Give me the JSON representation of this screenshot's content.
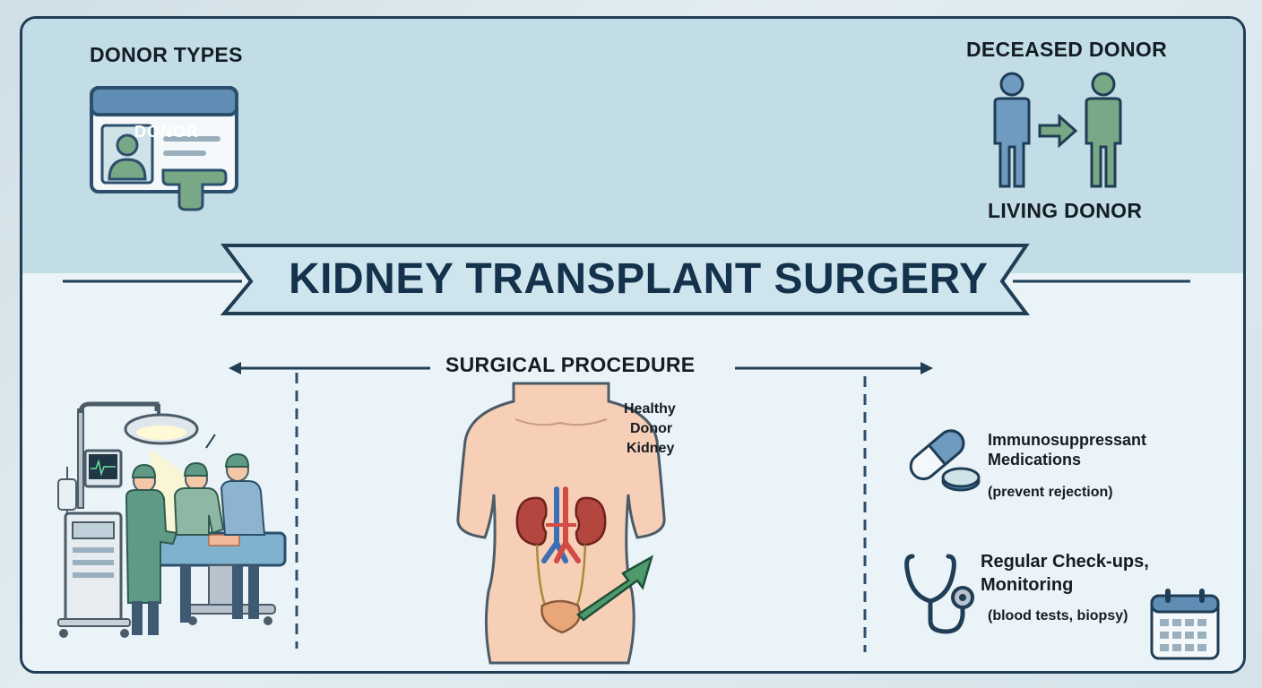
{
  "title": "KIDNEY TRANSPLANT SURGERY",
  "donor_types": {
    "heading": "DONOR TYPES",
    "card_label": "DONOR",
    "deceased_label": "DECEASED DONOR",
    "living_label": "LIVING DONOR"
  },
  "procedure": {
    "heading": "SURGICAL PROCEDURE",
    "kidney_label_1": "Healthy",
    "kidney_label_2": "Donor",
    "kidney_label_3": "Kidney"
  },
  "aftercare": {
    "meds_title_1": "Immunosuppressant",
    "meds_title_2": "Medications",
    "meds_note": "(prevent rejection)",
    "checkup_title_1": "Regular Check-ups,",
    "checkup_title_2": "Monitoring",
    "checkup_note": "(blood tests, biopsy)"
  },
  "icons": {
    "card": "donor-id-card-icon",
    "transfer": "donor-transfer-icon",
    "surgery": "operating-room-illustration",
    "body": "torso-kidney-illustration",
    "pill": "pill-capsule-icon",
    "stethoscope": "stethoscope-icon",
    "calendar": "calendar-icon"
  },
  "colors": {
    "navy": "#1f3d55",
    "blue_person": "#6f9bc1",
    "green_person": "#78a886",
    "skin": "#f7cfb6",
    "kidney": "#b3463f"
  }
}
